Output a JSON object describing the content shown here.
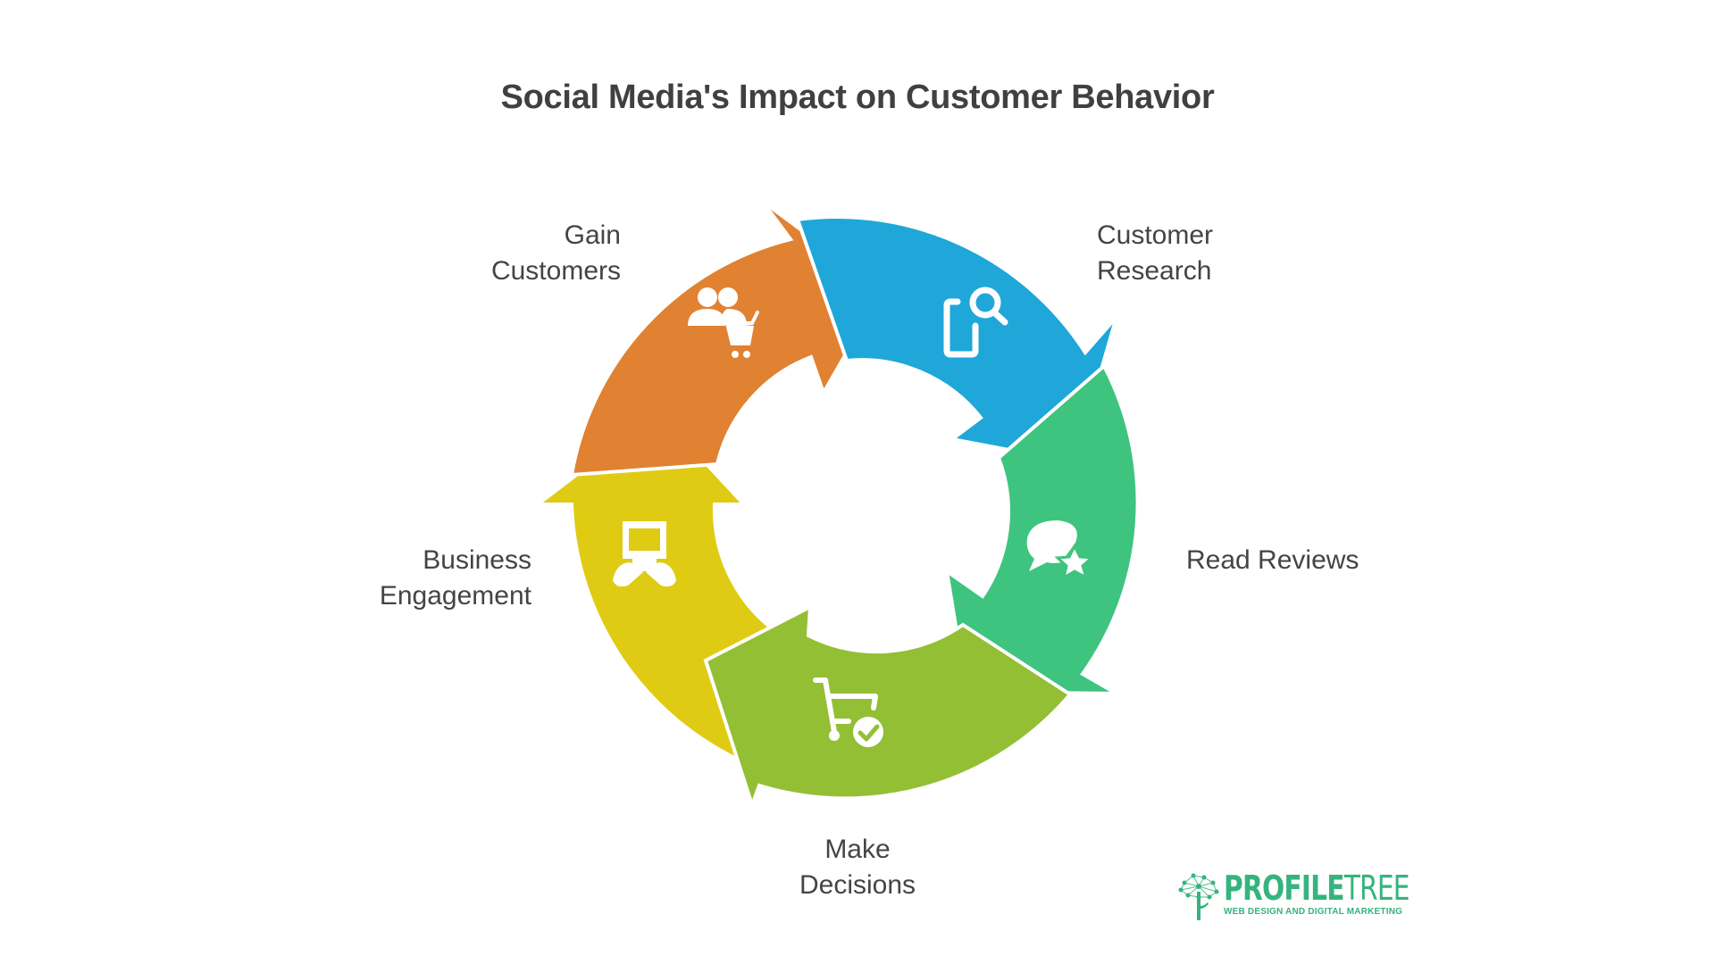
{
  "title": "Social Media's Impact on Customer Behavior",
  "cycle": {
    "steps": [
      {
        "label_line1": "Gain",
        "label_line2": "Customers",
        "icon": "customers-cart-icon",
        "color": "#e08232"
      },
      {
        "label_line1": "Customer",
        "label_line2": "Research",
        "icon": "mobile-search-icon",
        "color": "#1fa7d9"
      },
      {
        "label_line1": "Read Reviews",
        "label_line2": "",
        "icon": "review-star-chat-icon",
        "color": "#3ec47f"
      },
      {
        "label_line1": "Make",
        "label_line2": "Decisions",
        "icon": "cart-check-icon",
        "color": "#93bf35"
      },
      {
        "label_line1": "Business",
        "label_line2": "Engagement",
        "icon": "laptop-handshake-icon",
        "color": "#dfcb14"
      }
    ]
  },
  "logo": {
    "name_bold": "PROFILE",
    "name_thin": "TREE",
    "tagline": "WEB DESIGN AND DIGITAL MARKETING",
    "color": "#36b37e"
  }
}
